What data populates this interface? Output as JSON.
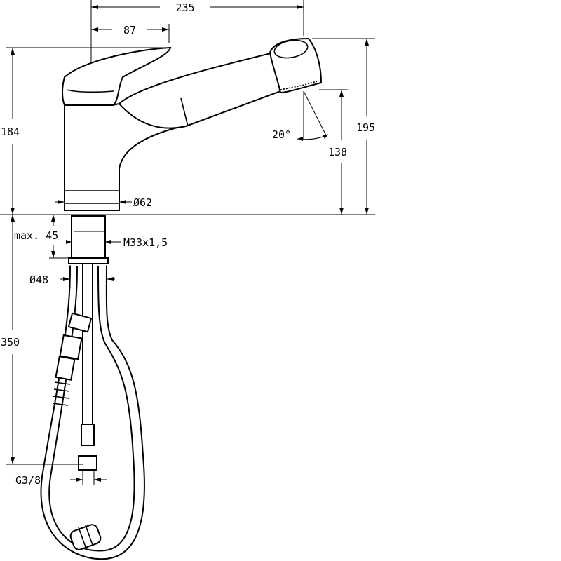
{
  "drawing": {
    "type": "technical-dimension-drawing",
    "subject": "pull-out spray kitchen faucet",
    "dimensions": {
      "overall_reach": "235",
      "lever_offset": "87",
      "spout_height": "184",
      "overall_height": "195",
      "spray_outlet_height": "138",
      "spray_angle": "20°",
      "base_diameter": "Ø62",
      "max_deck_thickness": "max. 45",
      "thread": "M33x1,5",
      "shank_diameter": "Ø48",
      "hose_length": "350",
      "connection": "G3/8"
    }
  }
}
